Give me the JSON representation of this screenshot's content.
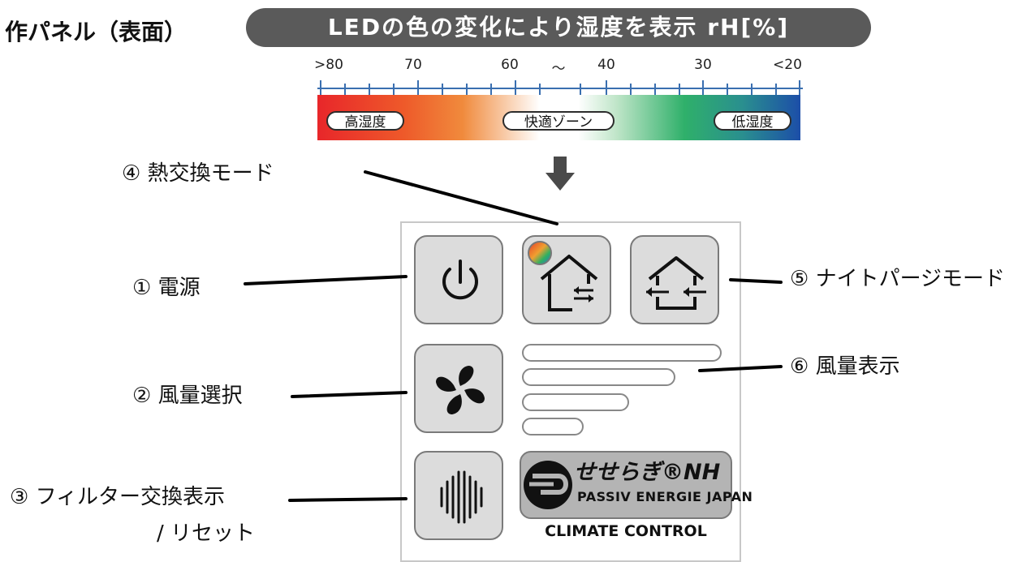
{
  "title": "作パネル（表面）",
  "led_banner": "LEDの色の変化により湿度を表示 rH[%]",
  "scale": {
    "ticks": [
      ">80",
      "70",
      "60",
      "～",
      "40",
      "30",
      "<20"
    ],
    "zones": [
      "高湿度",
      "快適ゾーン",
      "低湿度"
    ]
  },
  "labels": {
    "heat_exchange": "④ 熱交換モード",
    "power": "① 電源",
    "night_purge": "⑤ ナイトパージモード",
    "fan_select": "② 風量選択",
    "fan_display": "⑥ 風量表示",
    "filter_line1": "③ フィルター交換表示",
    "filter_line2": "/ リセット"
  },
  "panel": {
    "brand_name": "せせらぎ®NH",
    "brand_sub": "PASSIV ENERGIE JAPAN",
    "climate_control": "CLIMATE CONTROL"
  },
  "fan_levels": 4,
  "colors": {
    "banner": "#5a5a5a",
    "humid_high": "#e8262a",
    "comfort": "#ffffff",
    "humid_low": "#1c4ea8",
    "button_bg": "#dcdcdc"
  }
}
